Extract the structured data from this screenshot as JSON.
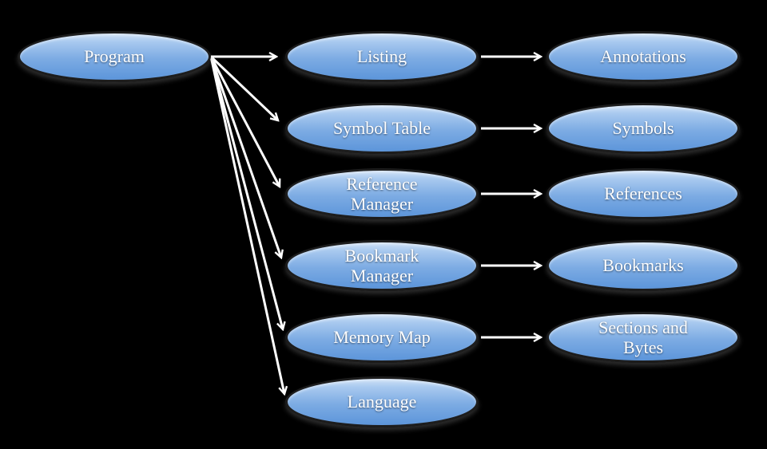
{
  "diagram": {
    "title": "Program object model diagram",
    "colors": {
      "background": "#000000",
      "node_fill_top": "#cfe1f6",
      "node_fill_bottom": "#5c95da",
      "node_border": "#1d1d1d",
      "label_text": "#ffffff",
      "arrow": "#ffffff"
    },
    "nodes": {
      "program": {
        "label": "Program"
      },
      "listing": {
        "label": "Listing"
      },
      "annotations": {
        "label": "Annotations"
      },
      "symbol_table": {
        "label": "Symbol Table"
      },
      "symbols": {
        "label": "Symbols"
      },
      "reference_manager": {
        "label": "Reference Manager"
      },
      "references": {
        "label": "References"
      },
      "bookmark_manager": {
        "label": "Bookmark Manager"
      },
      "bookmarks": {
        "label": "Bookmarks"
      },
      "memory_map": {
        "label": "Memory Map"
      },
      "sections_and_bytes": {
        "label": "Sections and Bytes"
      },
      "language": {
        "label": "Language"
      }
    },
    "edges": [
      {
        "from": "program",
        "to": "listing"
      },
      {
        "from": "program",
        "to": "symbol_table"
      },
      {
        "from": "program",
        "to": "reference_manager"
      },
      {
        "from": "program",
        "to": "bookmark_manager"
      },
      {
        "from": "program",
        "to": "memory_map"
      },
      {
        "from": "program",
        "to": "language"
      },
      {
        "from": "listing",
        "to": "annotations"
      },
      {
        "from": "symbol_table",
        "to": "symbols"
      },
      {
        "from": "reference_manager",
        "to": "references"
      },
      {
        "from": "bookmark_manager",
        "to": "bookmarks"
      },
      {
        "from": "memory_map",
        "to": "sections_and_bytes"
      }
    ]
  }
}
